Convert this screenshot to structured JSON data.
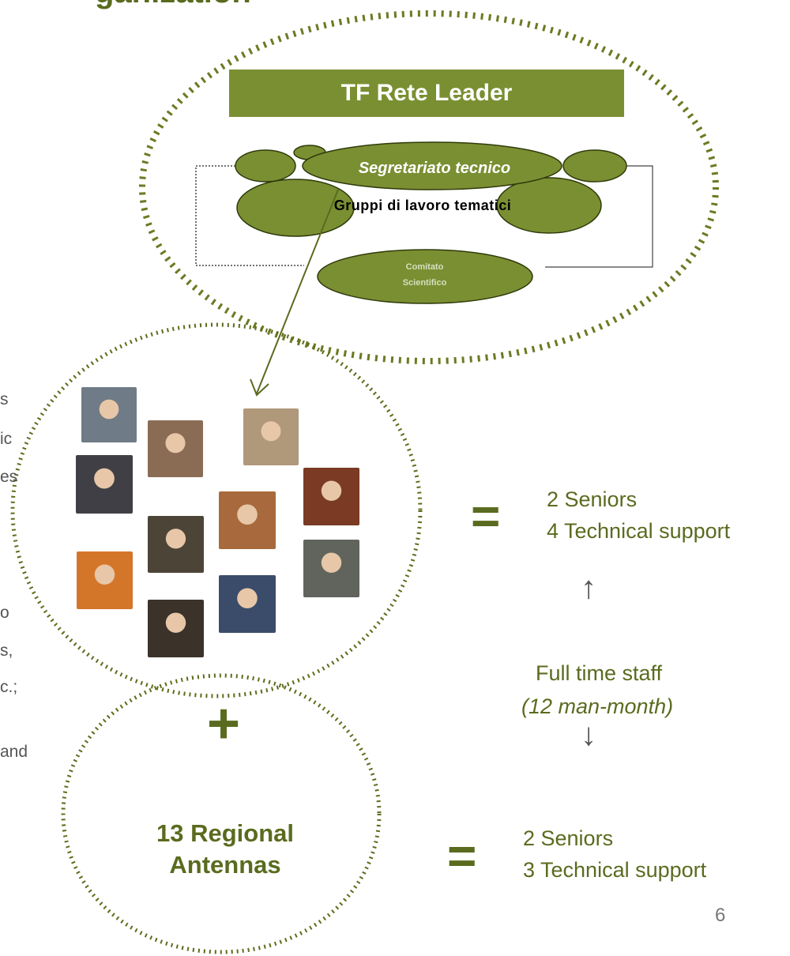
{
  "header": {
    "title_fragment": "ganization"
  },
  "diagram": {
    "leader": "TF Rete Leader",
    "secretariat": "Segretariato tecnico",
    "working_groups": "Gruppi di lavoro tematici",
    "committee_line1": "Comitato",
    "committee_line2": "Scientifico"
  },
  "left_text": [
    "s",
    "ic",
    "es",
    "o",
    "s,",
    "c.;",
    "and"
  ],
  "photos": [
    {
      "name": "photo-woman-1",
      "color": "#6f7b86"
    },
    {
      "name": "photo-woman-2",
      "color": "#8a6c55"
    },
    {
      "name": "photo-man-1",
      "color": "#b0987a"
    },
    {
      "name": "photo-man-2",
      "color": "#3f3f45"
    },
    {
      "name": "photo-woman-3",
      "color": "#7a3a24"
    },
    {
      "name": "photo-woman-4",
      "color": "#a86a3c"
    },
    {
      "name": "photo-woman-5",
      "color": "#4d4438"
    },
    {
      "name": "photo-man-3",
      "color": "#60645c"
    },
    {
      "name": "photo-man-4",
      "color": "#d4762a"
    },
    {
      "name": "photo-man-5",
      "color": "#3a4c6a"
    },
    {
      "name": "photo-man-6",
      "color": "#3b3229"
    }
  ],
  "central_staff": {
    "line1": "2 Seniors",
    "line2": "4 Technical support"
  },
  "full_time": {
    "label": "Full time staff",
    "note": "(12 man-month)"
  },
  "regional": {
    "line1": "13 Regional",
    "line2": "Antennas"
  },
  "regional_staff": {
    "line1": "2 Seniors",
    "line2": "3 Technical support"
  },
  "symbols": {
    "equals": "=",
    "plus": "+",
    "arrow_up": "↑",
    "arrow_down": "↓"
  },
  "page_number": "6",
  "colors": {
    "accent_green": "#7a8f32",
    "text_green": "#5a6b1f",
    "dotted": "#5f6b1a"
  }
}
